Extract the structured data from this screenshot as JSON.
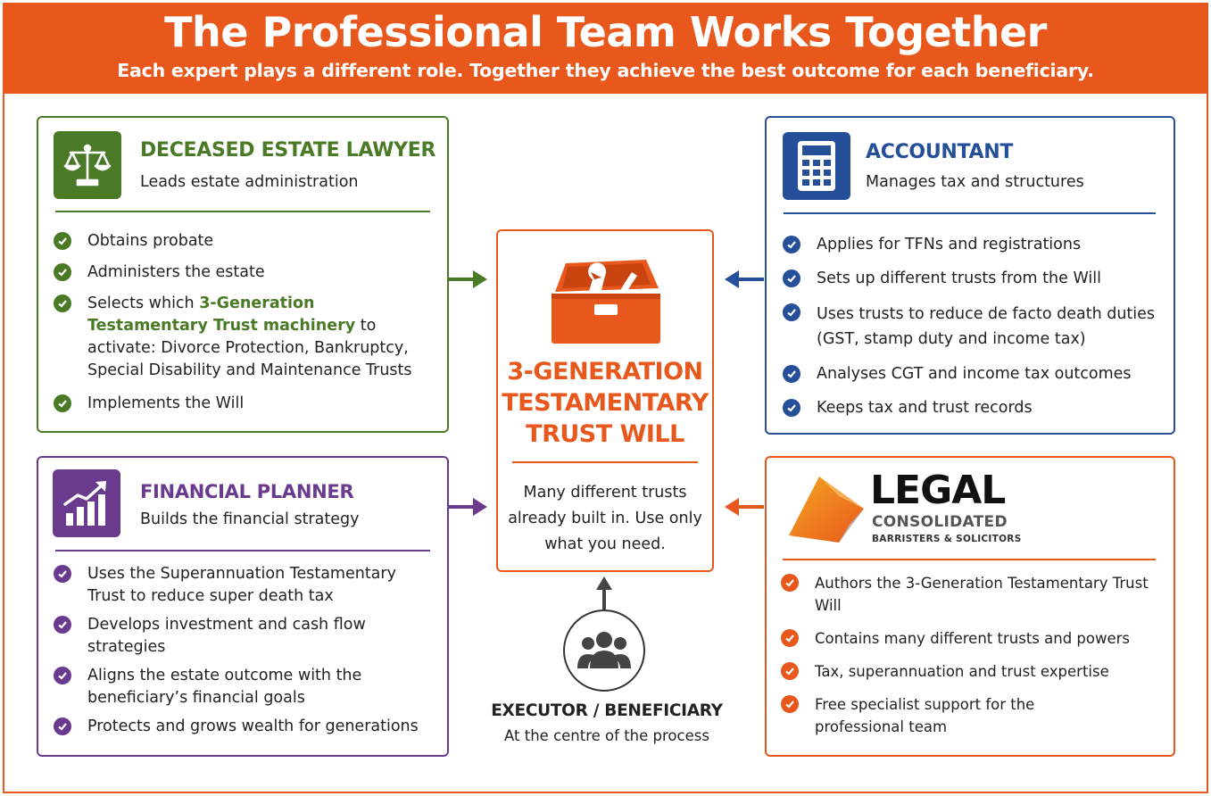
{
  "header": {
    "title": "The Professional Team Works Together",
    "subtitle": "Each expert plays a different role. Together they achieve the best outcome for each beneficiary."
  },
  "colors": {
    "orange": "#e8581c",
    "green": "#4a7a26",
    "blue": "#254f98",
    "purple": "#6a3a8e"
  },
  "lawyer": {
    "icon": "scales-of-justice-icon",
    "title": "DECEASED ESTATE LAWYER",
    "subtitle": "Leads estate administration",
    "items": [
      "Obtains probate",
      "Administers the estate",
      "Implements the Will"
    ],
    "item3": {
      "before": "Selects which ",
      "highlight": "3-Generation Testamentary Trust machinery",
      "after": " to activate: Divorce Protection, Bankruptcy, Special Disability and Maintenance Trusts"
    }
  },
  "accountant": {
    "icon": "calculator-icon",
    "title": "ACCOUNTANT",
    "subtitle": "Manages tax and structures",
    "items": [
      "Applies for TFNs and registrations",
      "Sets up different trusts from the Will",
      "Uses trusts to reduce de facto death duties (GST, stamp duty and income tax)",
      "Analyses CGT and income tax outcomes",
      "Keeps tax and trust records"
    ]
  },
  "planner": {
    "icon": "growth-chart-icon",
    "title": "FINANCIAL PLANNER",
    "subtitle": "Builds the financial strategy",
    "items": [
      "Uses the Superannuation Testamentary Trust to reduce super death tax",
      "Develops investment and cash flow strategies",
      "Aligns the estate outcome with the beneficiary’s financial goals",
      "Protects and grows wealth for generations"
    ]
  },
  "legal_consolidated": {
    "logo_name": "LEGAL",
    "logo_sub": "CONSOLIDATED",
    "logo_tag": "BARRISTERS & SOLICITORS",
    "items": [
      "Authors the 3-Generation Testamentary Trust Will",
      "Contains many different trusts and powers",
      "Tax, superannuation and trust expertise",
      "Free specialist support for the professional team"
    ]
  },
  "center": {
    "icon": "toolbox-icon",
    "title": "3-GENERATION TESTAMENTARY TRUST WILL",
    "text": "Many different trusts already built in. Use only what you need."
  },
  "executor": {
    "icon": "people-group-icon",
    "title": "EXECUTOR / BENEFICIARY",
    "subtitle": "At the centre of the process"
  }
}
